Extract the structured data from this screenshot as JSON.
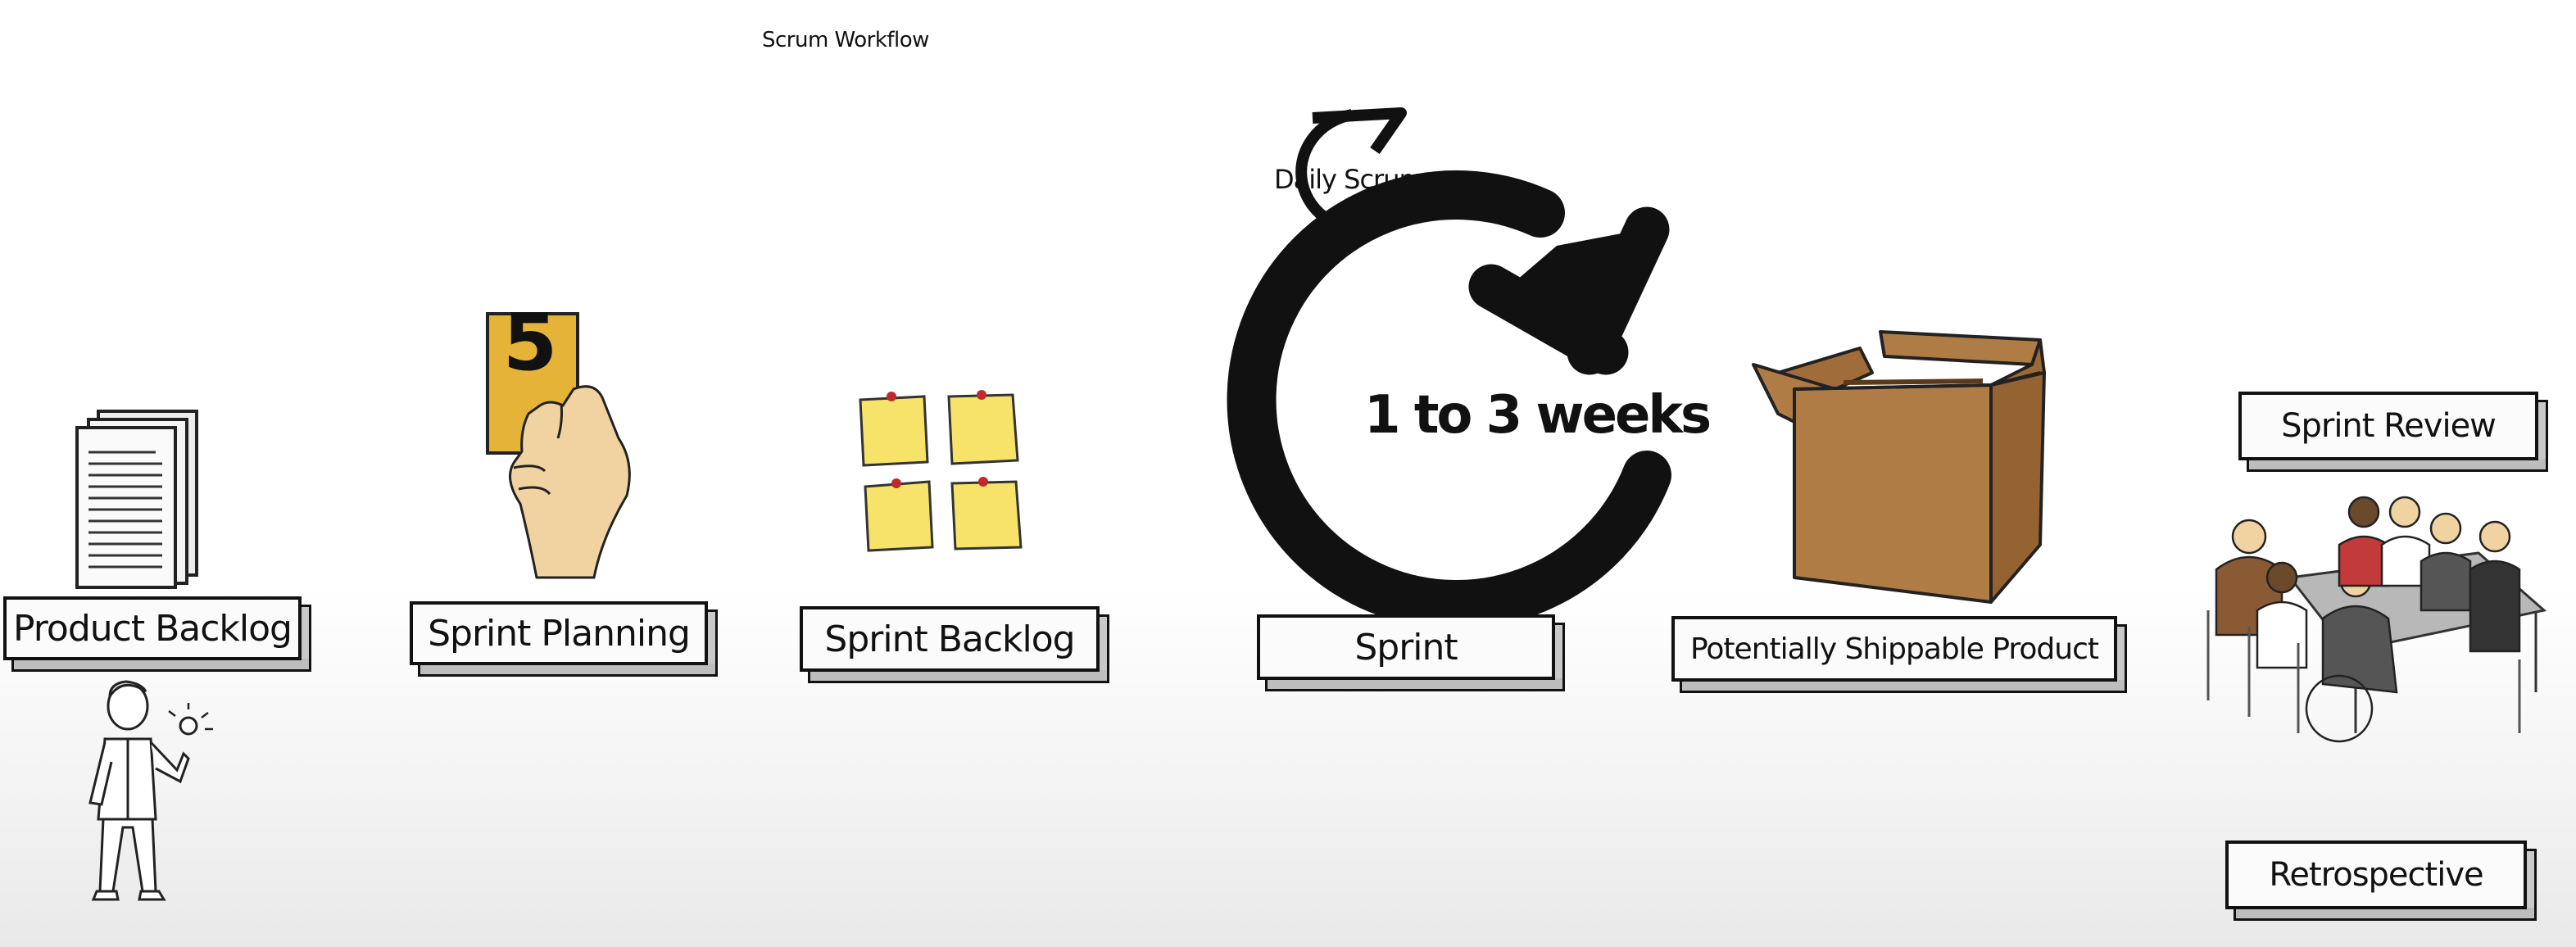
{
  "title": "Scrum Workflow",
  "stages": {
    "product_backlog": "Product Backlog",
    "sprint_planning": "Sprint Planning",
    "sprint_backlog": "Sprint Backlog",
    "sprint": "Sprint",
    "shippable_product": "Potentially Shippable Product",
    "sprint_review": "Sprint Review",
    "retrospective": "Retrospective"
  },
  "cycle": {
    "duration": "1 to 3 weeks",
    "daily": "Daily Scrum"
  },
  "card": {
    "number": "5"
  },
  "colors": {
    "sticky_note": "#f7e36a",
    "card": "#e4b338",
    "box": "#b07c45",
    "plate": "#fbfbfb",
    "ink": "#111111"
  }
}
